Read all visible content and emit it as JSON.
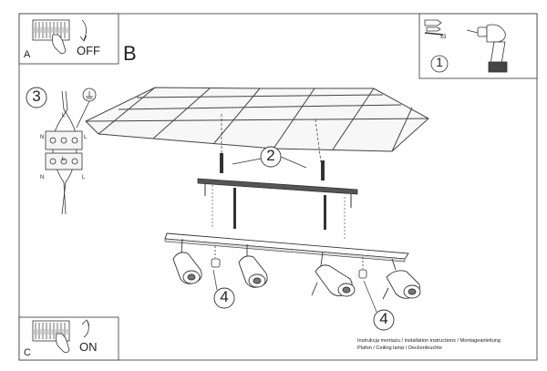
{
  "panels": {
    "a": {
      "letter": "A",
      "switch_label": "OFF"
    },
    "b": {
      "letter": "B"
    },
    "c": {
      "letter": "C",
      "switch_label": "ON"
    },
    "tools": {
      "step": "1",
      "quantity": "x3"
    }
  },
  "steps": {
    "wiring": "3",
    "mounting": "2",
    "bulbs_left": "4",
    "bulbs_right": "4"
  },
  "wiring_labels": {
    "l_top": "L",
    "n_left": "N",
    "l_right": "L",
    "l_center": "L",
    "n_bottom": "N",
    "l_bottom": "L"
  },
  "caption": {
    "line1": "Instrukcja montażu / installation instructions / Montageanleitung",
    "line2": "Plafon / Ceiling lamp / Deckenleuchte"
  }
}
